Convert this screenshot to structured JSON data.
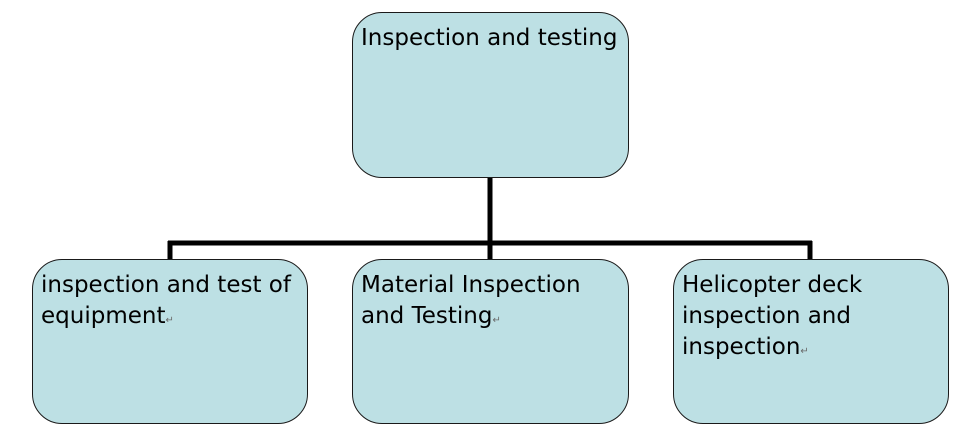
{
  "diagram": {
    "root": {
      "label": "Inspection and testing"
    },
    "children": [
      {
        "label": "inspection and test of equipment",
        "mark": "↵"
      },
      {
        "label": "Material Inspection and Testing",
        "mark": "↵"
      },
      {
        "label": "Helicopter deck inspection and inspection",
        "mark": "↵"
      }
    ]
  },
  "colors": {
    "node_fill": "#bde0e4",
    "node_border": "#1a1a1a",
    "connector": "#000000"
  }
}
